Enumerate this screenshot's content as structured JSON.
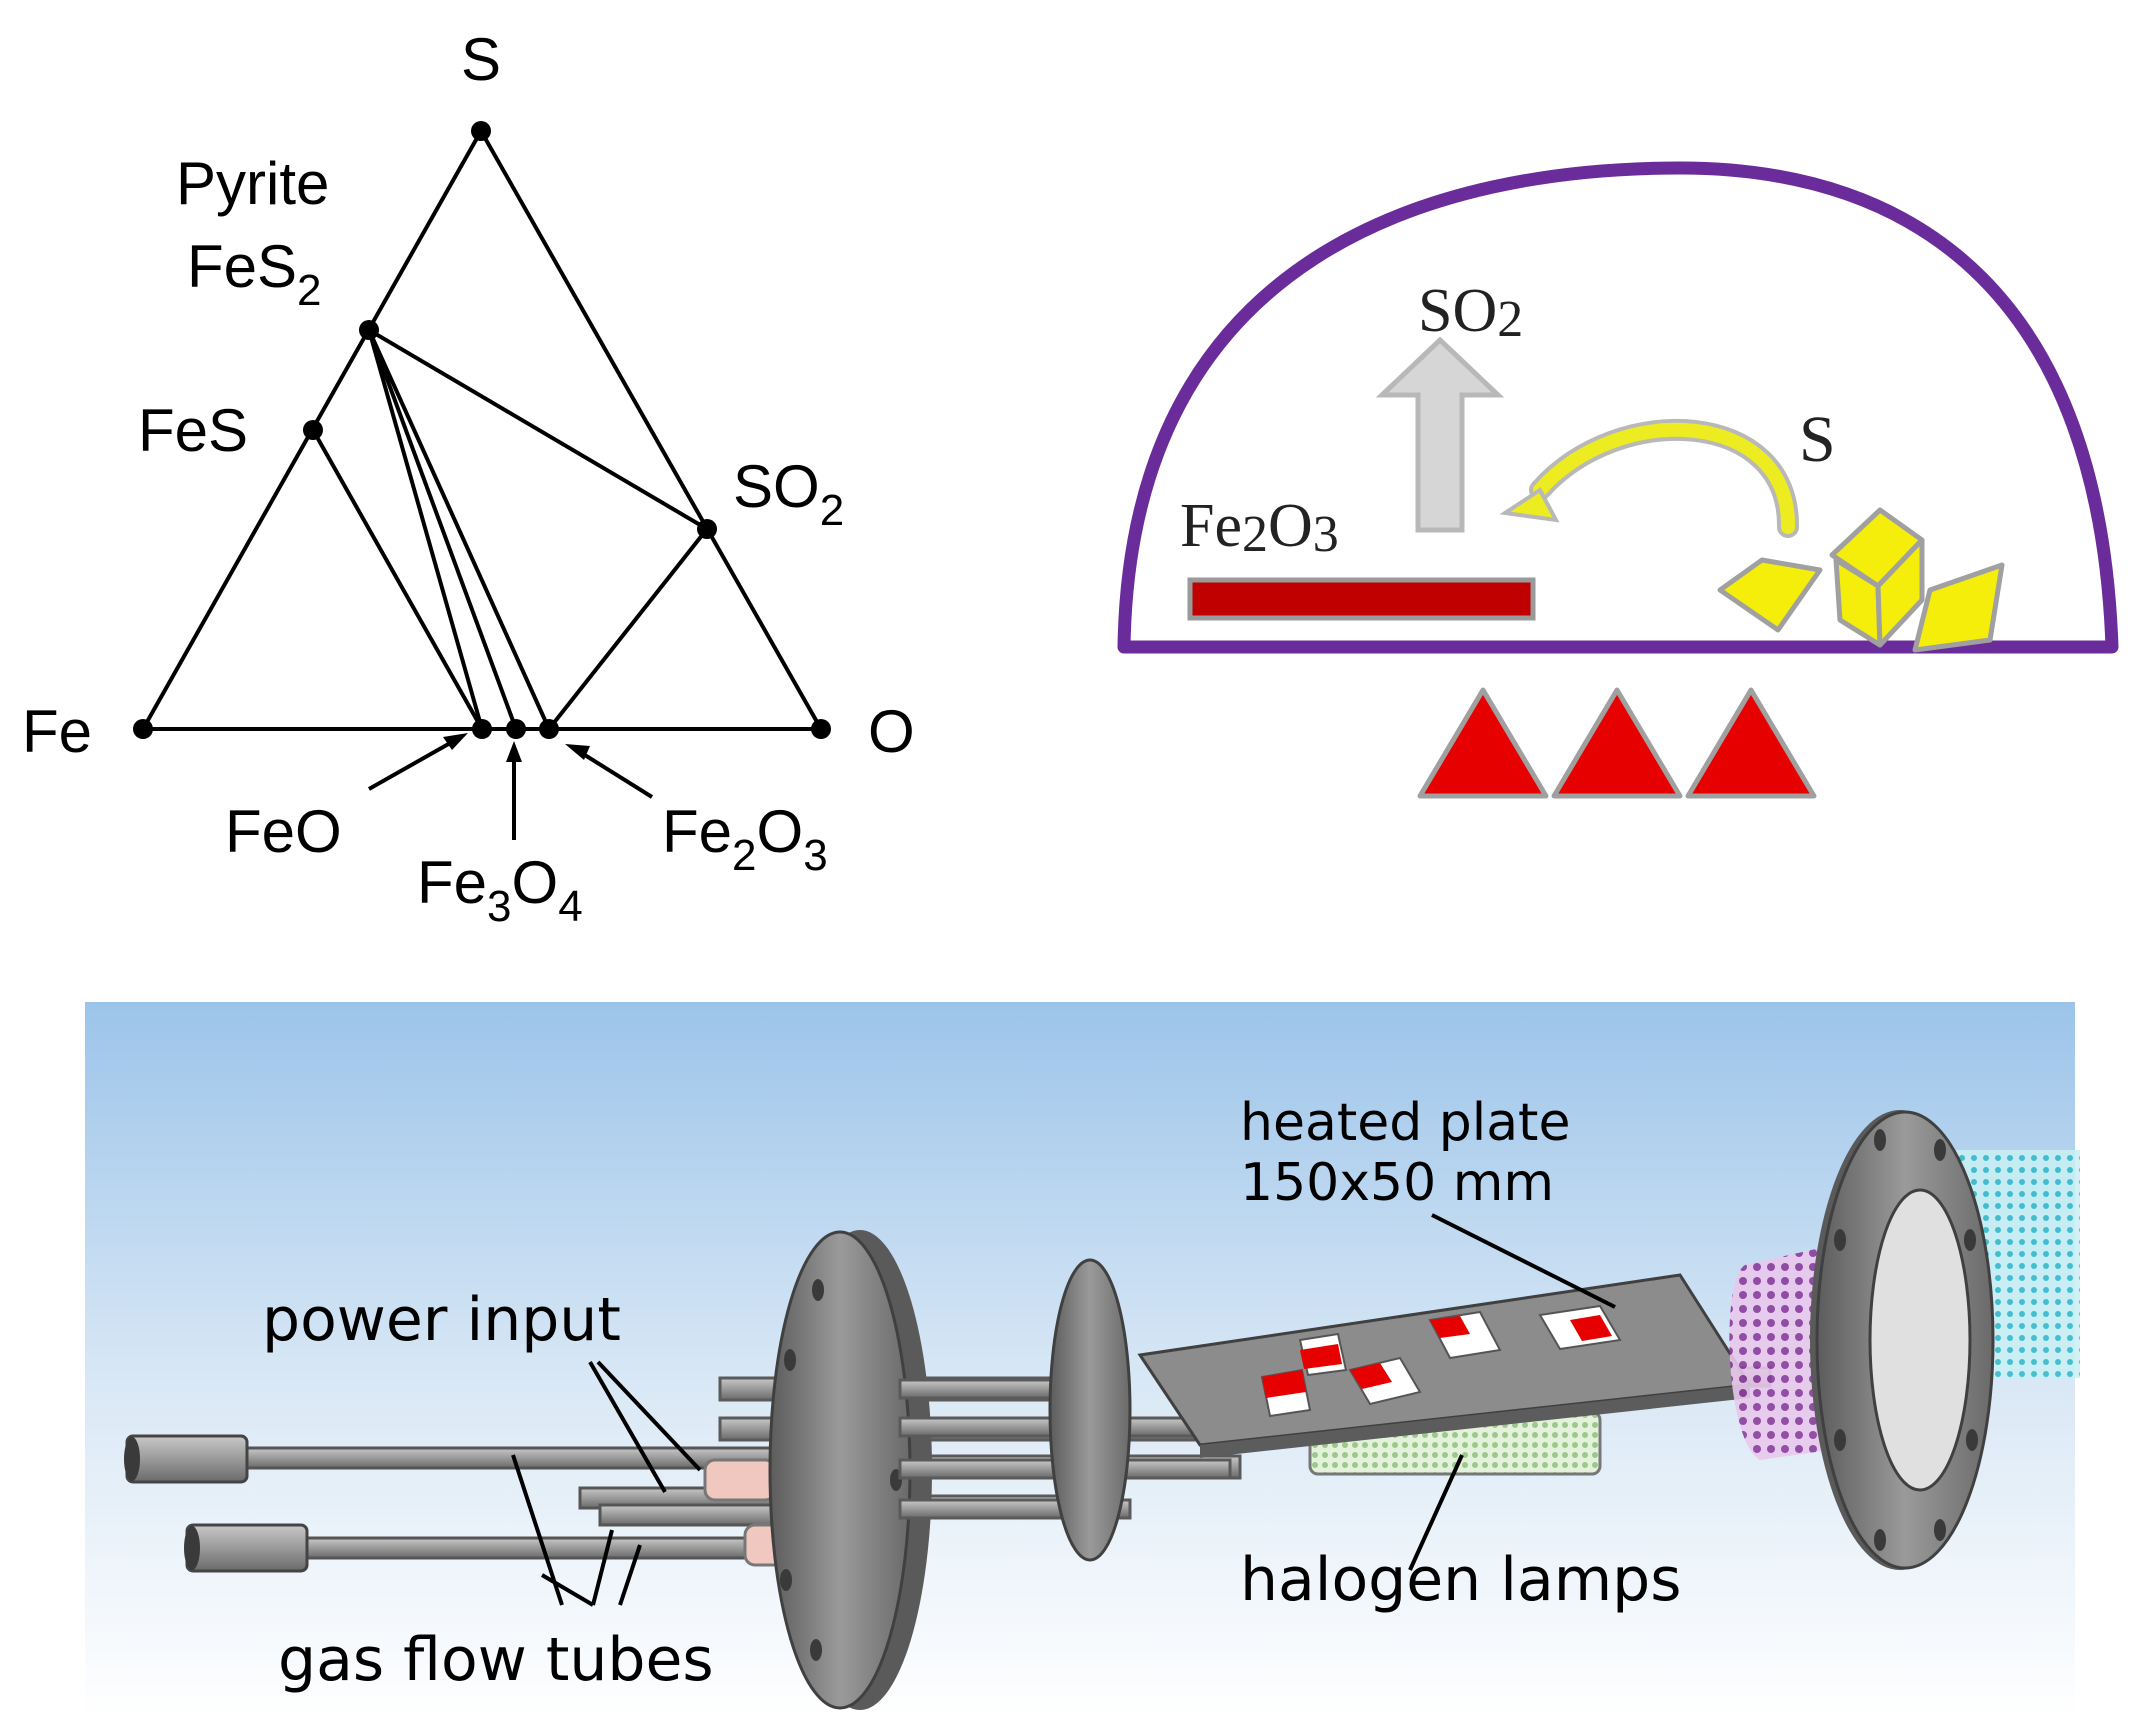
{
  "ternary": {
    "vertex_top": "S",
    "vertex_left": "Fe",
    "vertex_right": "O",
    "pyrite_name": "Pyrite",
    "pyrite_formula": {
      "base": "FeS",
      "sub": "2"
    },
    "fes": "FeS",
    "so2": {
      "base": "SO",
      "sub": "2"
    },
    "feo": "FeO",
    "fe3o4": {
      "a": "Fe",
      "a_sub": "3",
      "b": "O",
      "b_sub": "4"
    },
    "fe2o3": {
      "a": "Fe",
      "a_sub": "2",
      "b": "O",
      "b_sub": "3"
    }
  },
  "reactor": {
    "so2": {
      "base": "SO",
      "sub": "2"
    },
    "sulfur": "S",
    "fe2o3": {
      "a": "Fe",
      "a_sub": "2",
      "b": "O",
      "b_sub": "3"
    },
    "colors": {
      "dome": "#6a2c9a",
      "plate": "#c00000",
      "sulfur": "#f5ee0a",
      "heater": "#e60000",
      "arrow": "#d3d3d3"
    }
  },
  "cad": {
    "label_heated_plate_1": "heated plate",
    "label_heated_plate_2": "150x50 mm",
    "label_power_input": "power input",
    "label_gas_flow_tubes": "gas flow tubes",
    "label_halogen_lamps": "halogen lamps"
  }
}
